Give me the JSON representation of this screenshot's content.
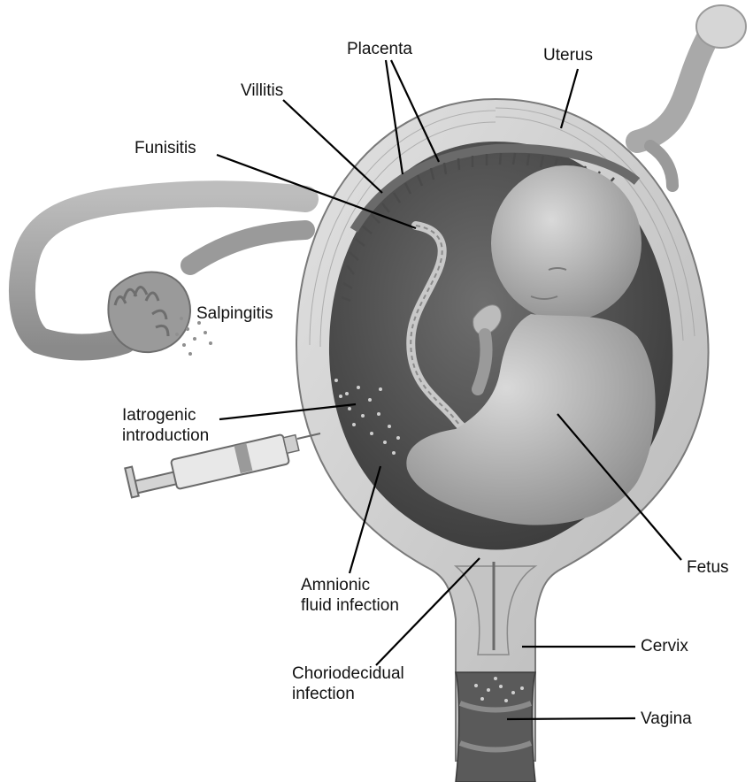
{
  "labels": {
    "placenta": "Placenta",
    "uterus": "Uterus",
    "villitis": "Villitis",
    "funisitis": "Funisitis",
    "salpingitis": "Salpingitis",
    "iatrogenic": "Iatrogenic\nintroduction",
    "amnionic": "Amnionic\nfluid infection",
    "choriodecidual": "Choriodecidual\ninfection",
    "fetus": "Fetus",
    "cervix": "Cervix",
    "vagina": "Vagina"
  },
  "colors": {
    "leader_line": "#000000",
    "tissue_light": "#cfcfcf",
    "tissue_mid": "#a8a8a8",
    "cavity_dark": "#4a4a4a",
    "fetus": "#b9b9b9"
  }
}
